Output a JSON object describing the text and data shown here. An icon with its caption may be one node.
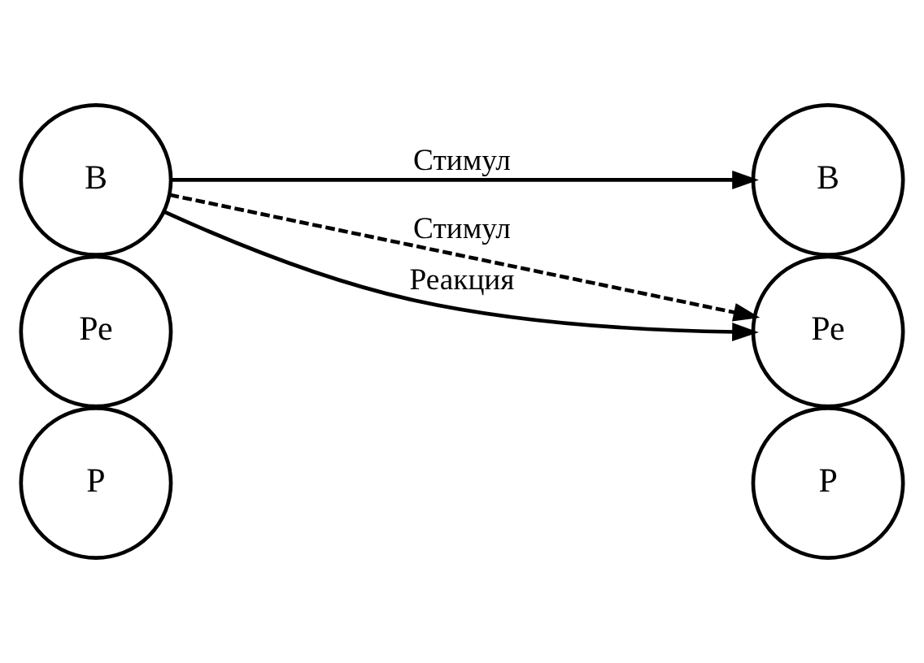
{
  "diagram": {
    "nodes": [
      {
        "text": [
          "Р"
        ]
      },
      {
        "text": [
          "В"
        ]
      },
      {
        "text": [
          "Ре"
        ]
      },
      {
        "text": [
          "Р"
        ]
      },
      {
        "text": [
          "В"
        ]
      },
      {
        "text": [
          "Ре"
        ]
      }
    ],
    "edges": [
      {
        "from": 1,
        "to": 4,
        "arrow": "to",
        "label": "Стимул"
      },
      {
        "from": 1,
        "to": 5,
        "arrow": "to",
        "label": "Стимул",
        "style": "dashed"
      },
      {
        "from": 1,
        "to": 5,
        "arrow": "to",
        "label": "Реакция"
      }
    ]
  }
}
